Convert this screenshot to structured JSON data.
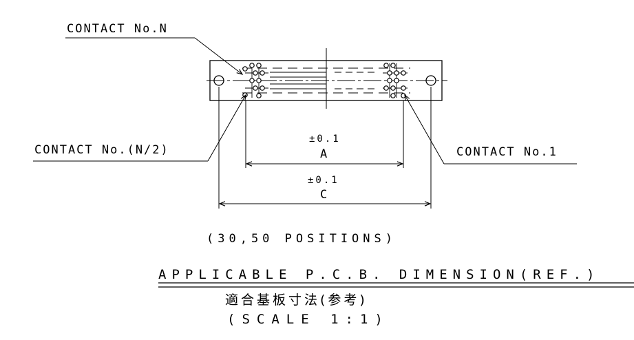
{
  "labels": {
    "contact_n": "CONTACT No.N",
    "contact_n_half": "CONTACT No.(N/2)",
    "contact_1": "CONTACT No.1"
  },
  "dimensions": {
    "a_tolerance": "±0.1",
    "a_label": "A",
    "c_tolerance": "±0.1",
    "c_label": "C"
  },
  "notes": {
    "positions": "(30,50 POSITIONS)",
    "title": "APPLICABLE P.C.B. DIMENSION(REF.)",
    "title_jp": "適合基板寸法(参考)",
    "scale": "(SCALE 1:1)"
  }
}
